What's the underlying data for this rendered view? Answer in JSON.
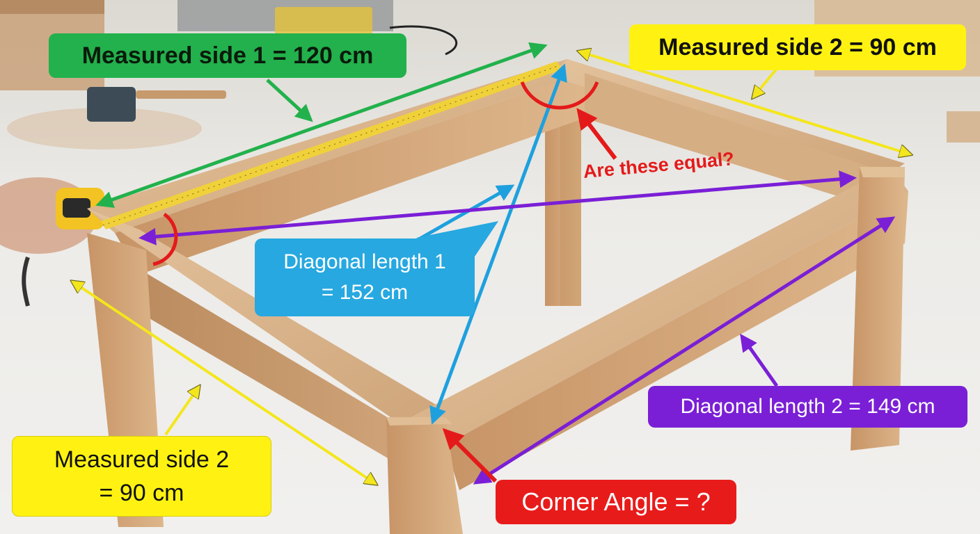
{
  "labels": {
    "side1": "Measured side 1 = 120 cm",
    "side2_top": "Measured side 2 = 90 cm",
    "diagonal1_line1": "Diagonal length 1",
    "diagonal1_line2": "= 152 cm",
    "diagonal2": "Diagonal length 2 = 149 cm",
    "side2_bottom_line1": "Measured side 2",
    "side2_bottom_line2": "= 90 cm",
    "corner_angle": "Corner Angle = ?",
    "question": "Are these equal?"
  },
  "colors": {
    "green": "#22b14c",
    "yellow": "#fff212",
    "blue": "#27a8e0",
    "purple": "#7a1fd6",
    "red": "#e81b1b",
    "wood": "#c99a6b"
  }
}
